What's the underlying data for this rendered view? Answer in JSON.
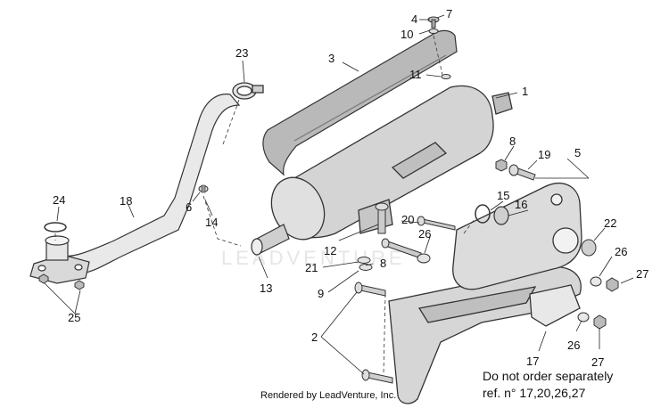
{
  "watermark": "LEADVENTURE",
  "credit": "Rendered by LeadVenture, Inc.",
  "note": {
    "line1": "Do not order separately",
    "line2": "ref. n° 17,20,26,27"
  },
  "callouts": {
    "c1": "1",
    "c2a": "2",
    "c3": "3",
    "c4": "4",
    "c5": "5",
    "c6": "6",
    "c7": "7",
    "c8a": "8",
    "c8b": "8",
    "c9": "9",
    "c10": "10",
    "c11": "11",
    "c12": "12",
    "c13": "13",
    "c14": "14",
    "c15": "15",
    "c16": "16",
    "c17": "17",
    "c18": "18",
    "c19": "19",
    "c20": "20",
    "c21": "21",
    "c22": "22",
    "c23": "23",
    "c24": "24",
    "c25": "25",
    "c26a": "26",
    "c26b": "26",
    "c26c": "26",
    "c27a": "27",
    "c27b": "27"
  }
}
